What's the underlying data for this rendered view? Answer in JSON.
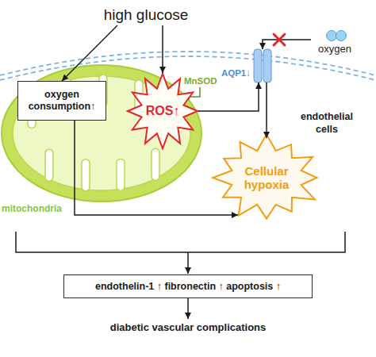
{
  "diagram": {
    "nodes": [
      {
        "text": [
          "high glucose"
        ]
      },
      {
        "text": [
          "mitochondria"
        ]
      },
      {
        "text": [
          "oxygen consumption↑"
        ],
        "in": 1
      },
      {
        "text": [
          "ROS↑"
        ],
        "in": 1
      },
      {
        "text": [
          "oxygen"
        ]
      },
      {
        "text": [
          "AQP1↓"
        ]
      },
      {
        "text": [
          "Cellular hypoxia"
        ]
      },
      {
        "text": [
          "endothelin-1 ↑ fibronectin ↑ apoptosis ↑"
        ]
      },
      {
        "text": [
          "diabetic vascular complications"
        ]
      }
    ],
    "edges": [
      {
        "from": 0,
        "to": 2,
        "arrow": "to"
      },
      {
        "from": 0,
        "to": 3,
        "arrow": "to"
      },
      {
        "from": 4,
        "to": 5,
        "arrow": "to"
      },
      {
        "from": 3,
        "to": 5,
        "arrow": "to"
      },
      {
        "from": 5,
        "to": 6,
        "arrow": "to"
      },
      {
        "from": 2,
        "to": 6,
        "arrow": "to"
      },
      {
        "from": 7,
        "to": 8,
        "arrow": "to"
      }
    ],
    "labels": [
      "MnSOD",
      "endothelial cells"
    ]
  }
}
